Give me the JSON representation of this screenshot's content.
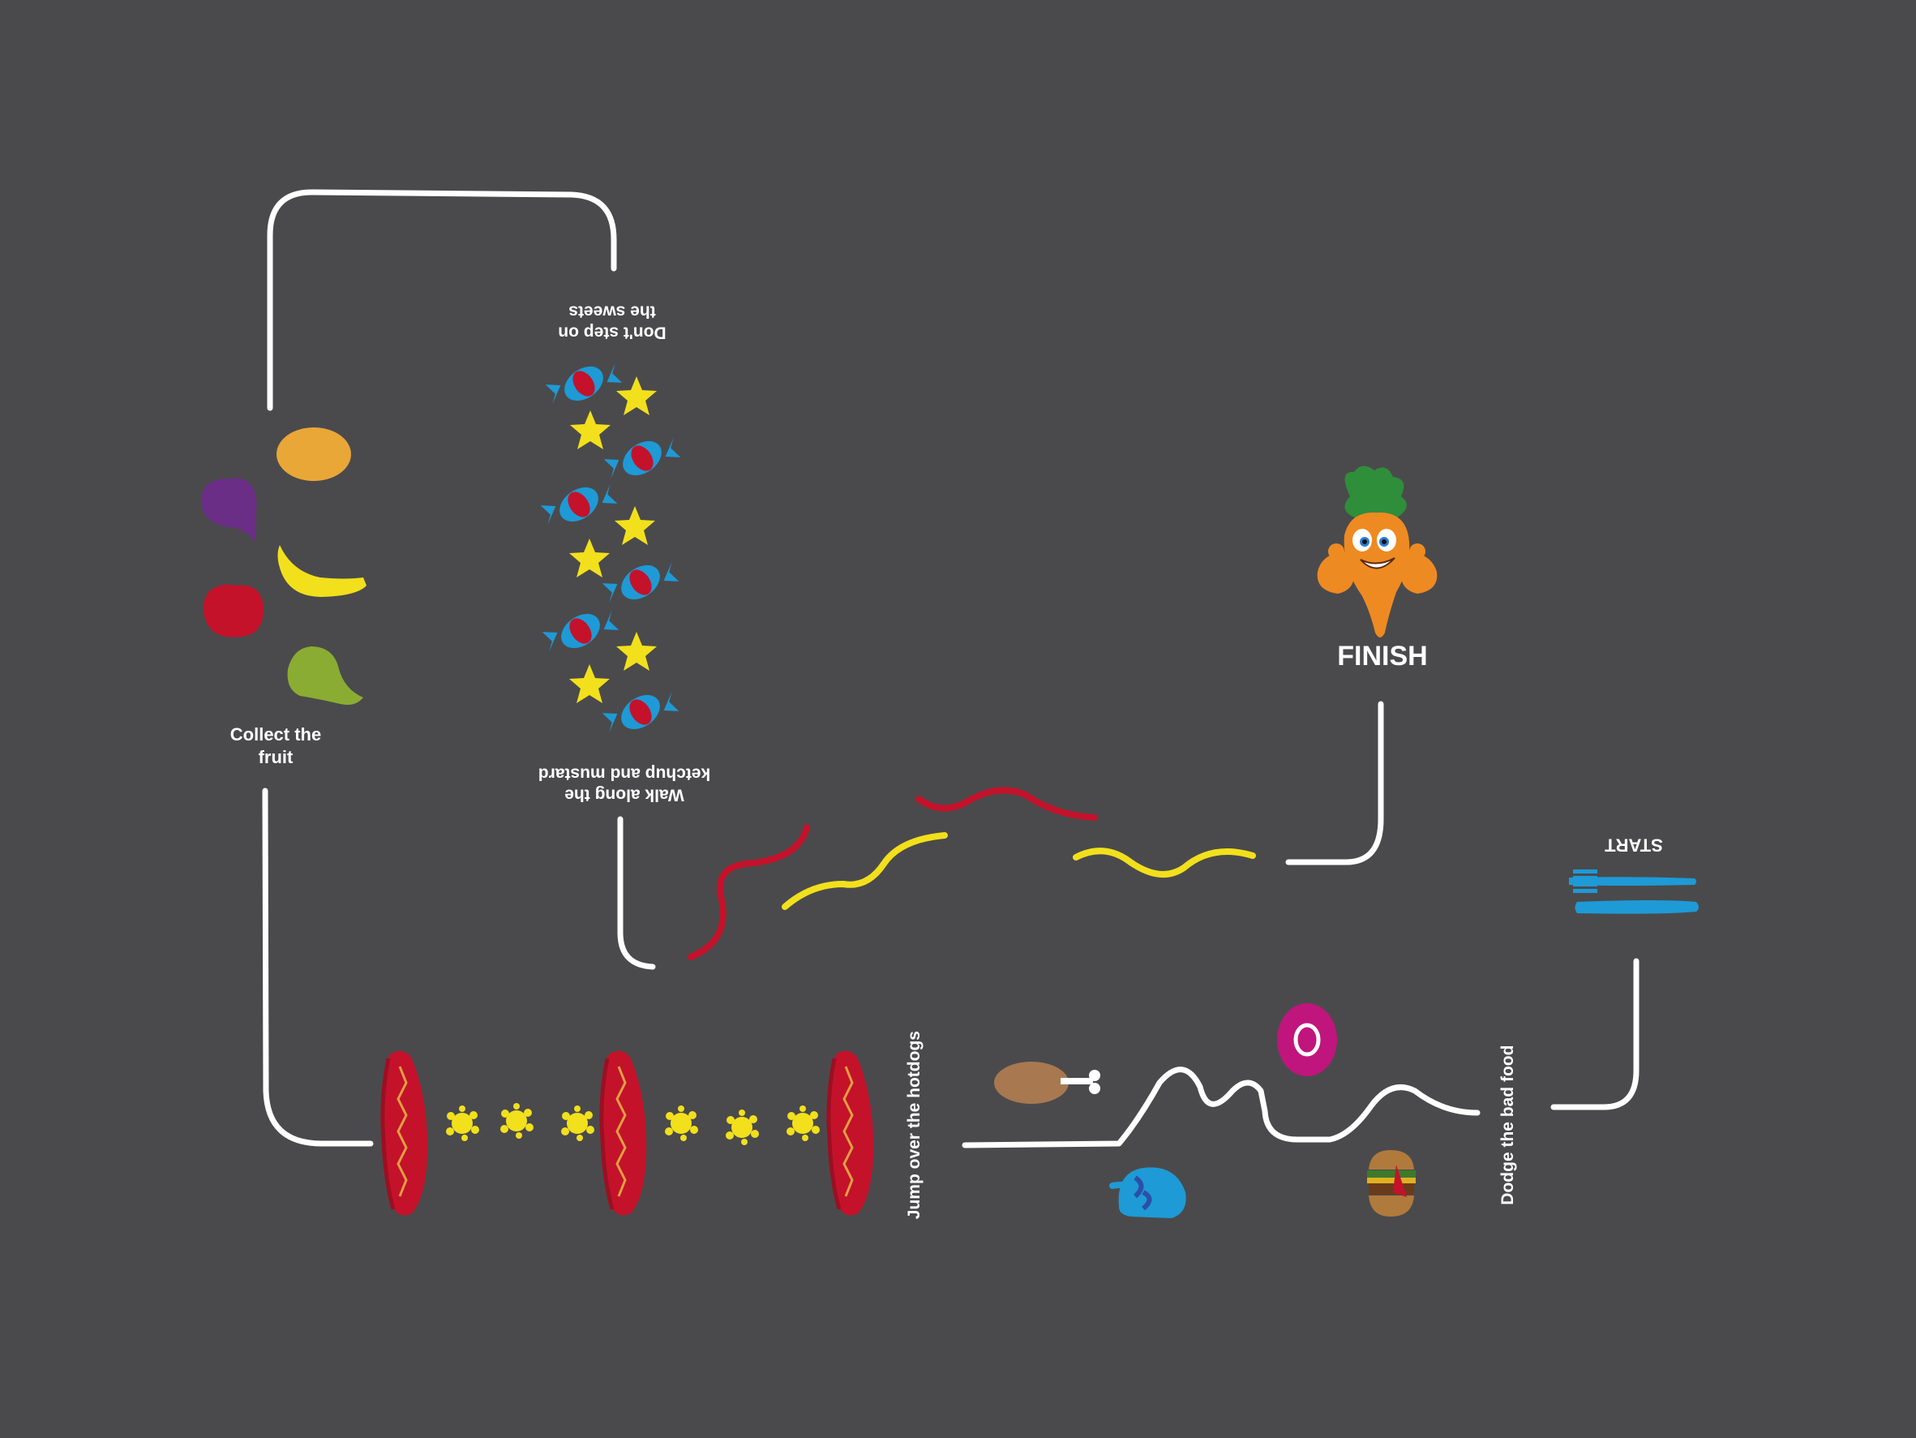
{
  "playground": {
    "labels": {
      "collect_line1": "Collect the",
      "collect_line2": "fruit",
      "sweets_line1": "Don't step on",
      "sweets_line2": "the sweets",
      "walk_line1": "Walk along the",
      "walk_line2": "ketchup and mustard",
      "finish": "FINISH",
      "start": "START",
      "jump": "Jump over the hotdogs",
      "dodge": "Dodge the bad food"
    },
    "colors": {
      "ground": "#4a4a4c",
      "path": "#ffffff",
      "ketchup": "#c4122b",
      "mustard": "#f2e01c",
      "cutlery": "#1e9ad6",
      "carrot": "#ee8a22",
      "leaves": "#2f8e3a"
    },
    "items": {
      "fruit": [
        "orange-lemon",
        "plum",
        "banana",
        "apple",
        "pear"
      ],
      "sweets": [
        "wrapped-candy",
        "star-sweet"
      ],
      "bad_food": [
        "drumstick",
        "doughnut",
        "ice-cream",
        "burger"
      ],
      "mascot": "strong-carrot",
      "start_item": "fork-and-knife"
    }
  }
}
